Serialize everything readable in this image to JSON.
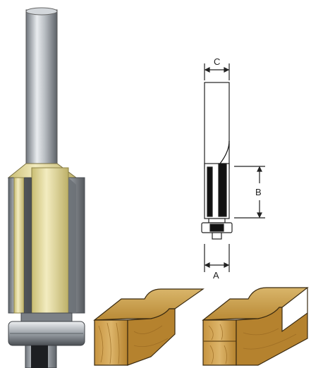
{
  "diagram": {
    "dimension_labels": {
      "cut_diameter": "A",
      "cut_length": "B",
      "shank_diameter": "C"
    }
  },
  "colors": {
    "steel": "#9aa1a8",
    "carbide_yellow": "#e8dfa0",
    "wood": "#c99a45",
    "line": "#222222"
  }
}
